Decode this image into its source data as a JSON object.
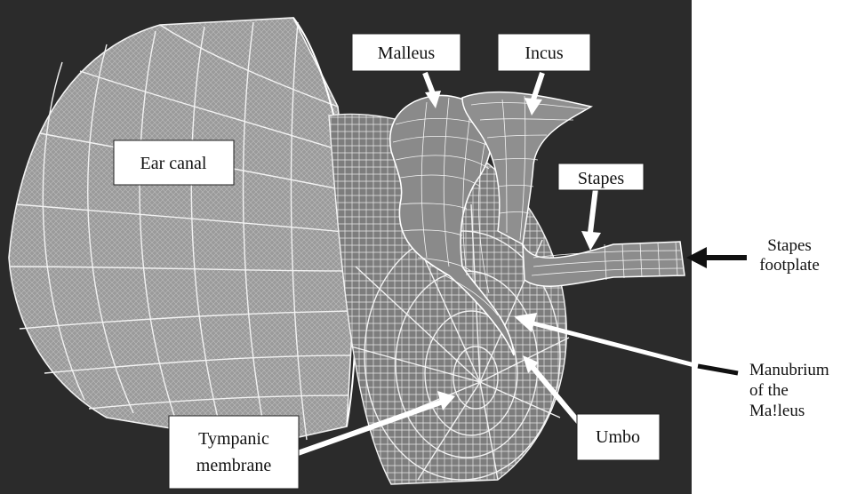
{
  "figure": {
    "background_color": "#2b2b2b",
    "mesh_color": "#f2f2f2",
    "labels": {
      "malleus": "Malleus",
      "incus": "Incus",
      "ear_canal": "Ear canal",
      "stapes": "Stapes",
      "stapes_footplate_line1": "Stapes",
      "stapes_footplate_line2": "footplate",
      "manubrium_line1": "Manubrium",
      "manubrium_line2": "of the",
      "manubrium_line3": "Ma!leus",
      "tympanic_line1": "Tympanic",
      "tympanic_line2": "membrane",
      "umbo": "Umbo"
    }
  }
}
